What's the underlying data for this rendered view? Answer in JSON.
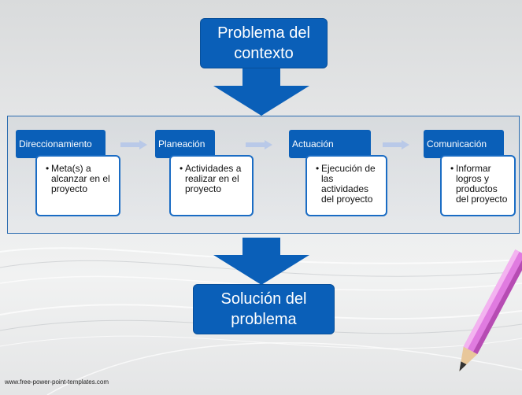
{
  "top": {
    "text": "Problema del\ncontexto"
  },
  "bottom": {
    "text": "Solución del\nproblema"
  },
  "stages": [
    {
      "title": "Direccionamiento",
      "detail": "Meta(s) a alcanzar en el proyecto"
    },
    {
      "title": "Planeación",
      "detail": "Actividades a realizar en el proyecto"
    },
    {
      "title": "Actuación",
      "detail": "Ejecución de las actividades del proyecto"
    },
    {
      "title": "Comunicación",
      "detail": "Informar logros y productos del proyecto"
    }
  ],
  "footer": {
    "text": "www.free-power-point-templates.com"
  },
  "colors": {
    "primary": "#0a5fb8",
    "connector": "#b9c9e8",
    "pencil": "#e07be0"
  },
  "icons": {
    "bullet": "•"
  }
}
